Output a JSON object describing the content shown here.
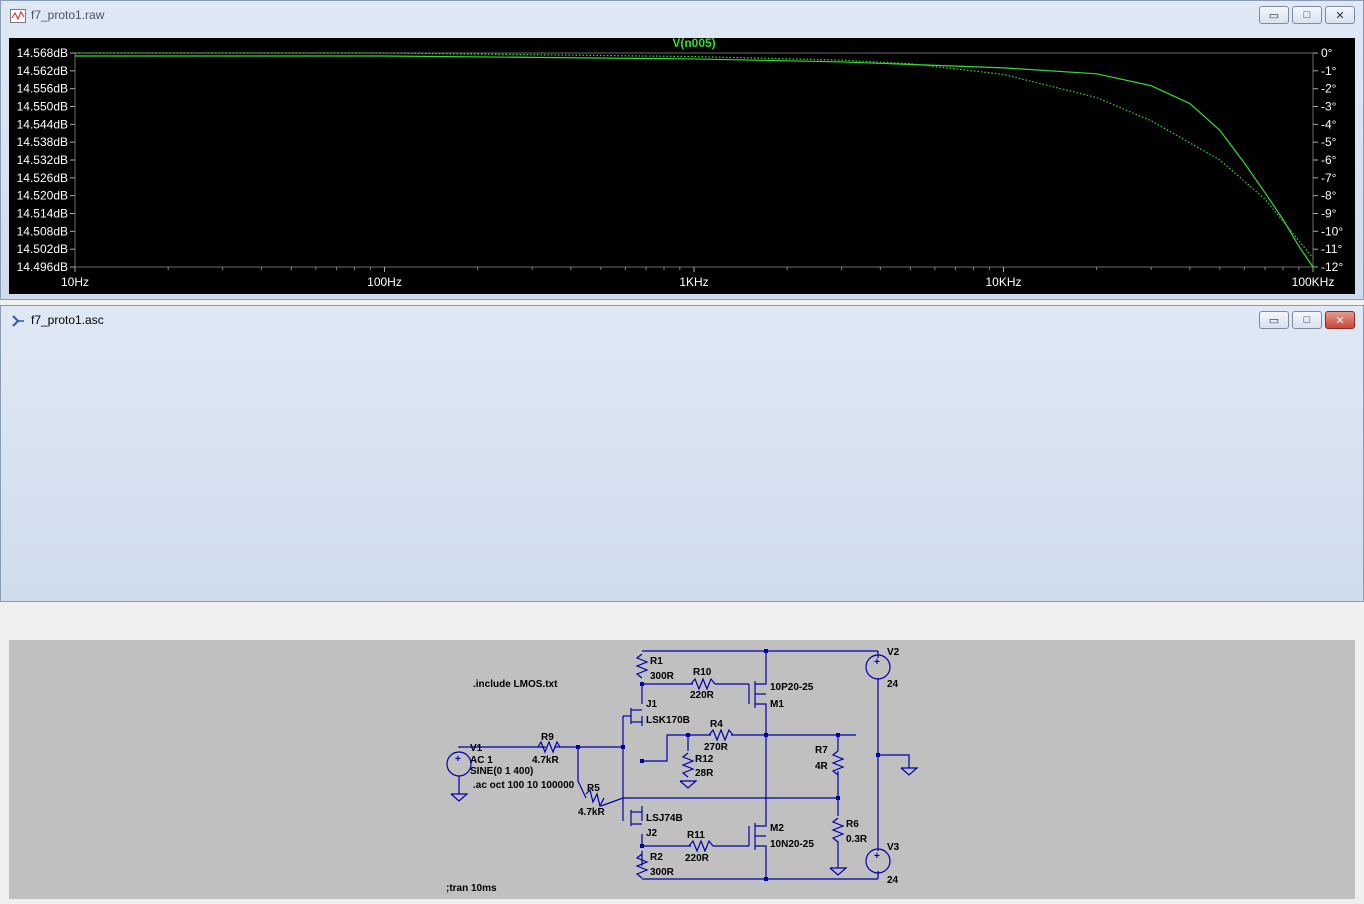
{
  "waveform_window": {
    "title": "f7_proto1.raw",
    "controls": {
      "minimize": "▭",
      "maximize": "□",
      "close": "✕"
    },
    "trace_label": "V(n005)",
    "trace_color": "#33dd33",
    "y_ticks": [
      "14.568dB",
      "14.562dB",
      "14.556dB",
      "14.550dB",
      "14.544dB",
      "14.538dB",
      "14.532dB",
      "14.526dB",
      "14.520dB",
      "14.514dB",
      "14.508dB",
      "14.502dB",
      "14.496dB"
    ],
    "phase_ticks": [
      "0°",
      "-1°",
      "-2°",
      "-3°",
      "-4°",
      "-5°",
      "-6°",
      "-7°",
      "-8°",
      "-9°",
      "-10°",
      "-11°",
      "-12°"
    ],
    "x_ticks": [
      "10Hz",
      "100Hz",
      "1KHz",
      "10KHz",
      "100KHz"
    ]
  },
  "chart_data": {
    "type": "line",
    "xscale": "log",
    "xlim": [
      10,
      100000
    ],
    "ylim": [
      14.496,
      14.568
    ],
    "y2lim": [
      -12,
      0
    ],
    "series": [
      {
        "name": "V(n005)",
        "x": [
          10,
          100,
          1000,
          3000,
          10000,
          20000,
          30000,
          40000,
          50000,
          60000,
          70000,
          80000,
          90000,
          100000
        ],
        "values": [
          14.567,
          14.567,
          14.566,
          14.565,
          14.563,
          14.561,
          14.557,
          14.551,
          14.542,
          14.531,
          14.521,
          14.512,
          14.503,
          14.496
        ]
      },
      {
        "name": "phase",
        "style": "dotted",
        "x": [
          10,
          100,
          1000,
          3000,
          5000,
          10000,
          20000,
          30000,
          50000,
          70000,
          100000
        ],
        "values": [
          0,
          0,
          -0.2,
          -0.4,
          -0.6,
          -1.2,
          -2.5,
          -3.8,
          -6.0,
          -8.2,
          -11.5
        ]
      }
    ]
  },
  "schematic_window": {
    "title": "f7_proto1.asc",
    "controls": {
      "minimize": "▭",
      "maximize": "□",
      "close": "✕"
    },
    "labels": {
      "include": ".include LMOS.txt",
      "V1": "V1",
      "V1_ac": "AC 1",
      "V1_sine": "SINE(0 1 400)",
      "ac_cmd": ".ac oct 100 10 100000",
      "tran_cmd": ";tran 10ms",
      "R9": "R9",
      "R9v": "4.7kR",
      "R5": "R5",
      "R5v": "4.7kR",
      "R1": "R1",
      "R1v": "300R",
      "R2": "R2",
      "R2v": "300R",
      "R10": "R10",
      "R10v": "220R",
      "R11": "R11",
      "R11v": "220R",
      "R4": "R4",
      "R4v": "270R",
      "R12": "R12",
      "R12v": "28R",
      "R7": "R7",
      "R7v": "4R",
      "R6": "R6",
      "R6v": "0.3R",
      "J1": "J1",
      "J1m": "LSK170B",
      "J2": "J2",
      "J2m": "LSJ74B",
      "M1": "M1",
      "M1m": "10P20-25",
      "M2": "M2",
      "M2m": "10N20-25",
      "V2": "V2",
      "V2v": "24",
      "V3": "V3",
      "V3v": "24"
    }
  }
}
